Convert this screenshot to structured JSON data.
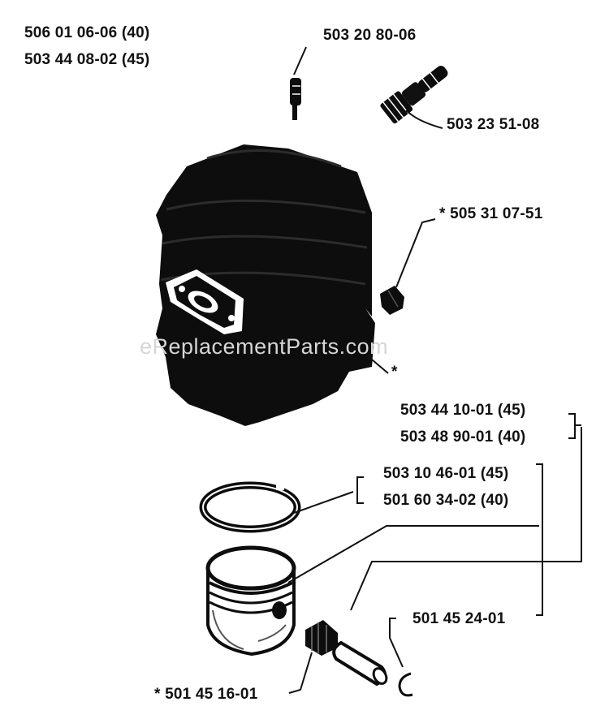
{
  "labels": {
    "cylinder_40": "506 01 06-06 (40)",
    "cylinder_45": "503 44 08-02 (45)",
    "decomp_valve": "503 20 80-06",
    "spark_plug": "503 23 51-08",
    "bushing": "* 505 31 07-51",
    "gasket_marker": "*",
    "piston_45": "503 44 10-01 (45)",
    "piston_40": "503 48 90-01 (40)",
    "ring_45": "503 10 46-01 (45)",
    "ring_40": "501 60 34-02 (40)",
    "wrist_pin": "501 45 24-01",
    "needle_bearing": "* 501 45 16-01"
  },
  "watermark": "eReplacementParts.com",
  "colors": {
    "ink": "#111111",
    "part": "#0d0d0d",
    "watermark": "#d6d6d6"
  }
}
